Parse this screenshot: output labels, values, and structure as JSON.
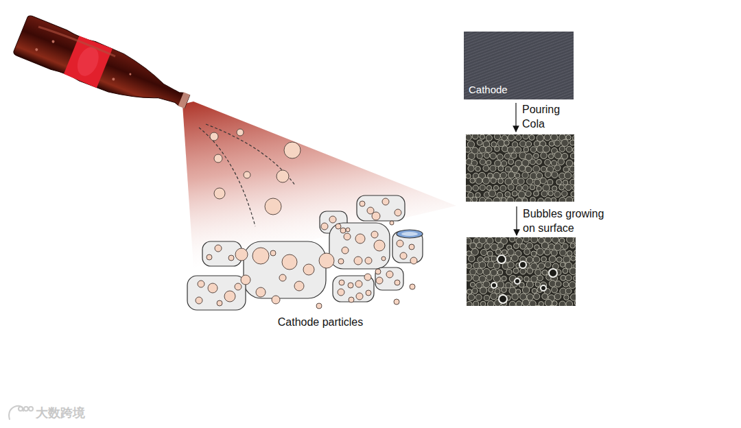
{
  "diagram": {
    "nodes": [
      {
        "text": [
          "Cathode"
        ]
      }
    ],
    "labels": [
      "Pouring Cola",
      "Bubbles growing on surface",
      "Cathode particles",
      "大数跨境"
    ]
  }
}
